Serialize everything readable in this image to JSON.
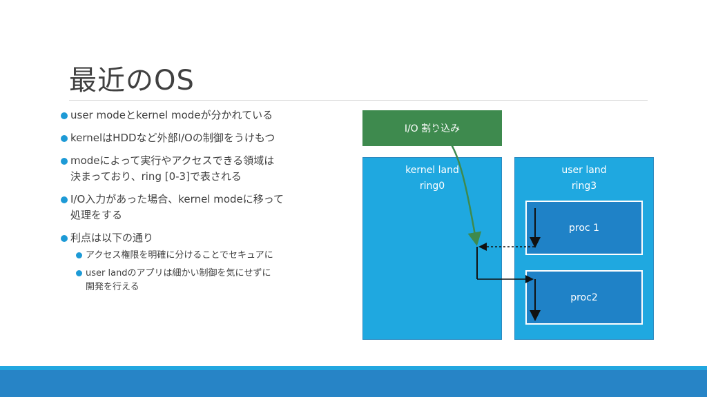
{
  "title": "最近のOS",
  "bullets": [
    {
      "lines": [
        "user modeとkernel modeが分かれている"
      ]
    },
    {
      "lines": [
        "kernelはHDDなど外部I/Oの制御をうけもつ"
      ]
    },
    {
      "lines": [
        "modeによって実行やアクセスできる領域は",
        "決まっており、ring [0-3]で表される"
      ]
    },
    {
      "lines": [
        "I/O入力があった場合、kernel modeに移って",
        "処理をする"
      ]
    },
    {
      "lines": [
        "利点は以下の通り"
      ]
    }
  ],
  "sub_bullets": [
    {
      "lines": [
        "アクセス権限を明確に分けることでセキュアに"
      ]
    },
    {
      "lines": [
        "user landのアプリは細かい制御を気にせずに",
        "開発を行える"
      ]
    }
  ],
  "diagram": {
    "io_box": "I/O 割り込み",
    "kernel": {
      "line1": "kernel land",
      "line2": "ring0"
    },
    "user": {
      "line1": "user land",
      "line2": "ring3"
    },
    "proc1": "proc 1",
    "proc2": "proc2"
  },
  "colors": {
    "accent_blue": "#1d9ad6",
    "land_blue": "#1fa8e0",
    "proc_blue": "#1f82c7",
    "io_green": "#3e8a4e",
    "footer_blue": "#2784c6"
  }
}
